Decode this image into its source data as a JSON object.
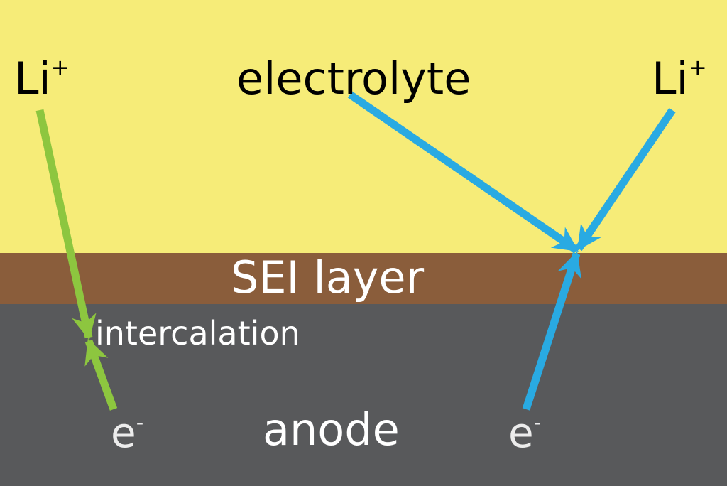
{
  "colors": {
    "electrolyte": "#f6ec78",
    "sei": "#8a5d3b",
    "anode": "#58595b",
    "lithium_path": "#8dc63f",
    "decomposition_path": "#29aae2"
  },
  "labels": {
    "li_left": {
      "symbol": "Li",
      "charge": "+"
    },
    "electrolyte": "electrolyte",
    "li_right": {
      "symbol": "Li",
      "charge": "+"
    },
    "sei_layer": "SEI layer",
    "intercalation": "intercalation",
    "electron_left": {
      "symbol": "e",
      "charge": "-"
    },
    "anode": "anode",
    "electron_right": {
      "symbol": "e",
      "charge": "-"
    }
  }
}
